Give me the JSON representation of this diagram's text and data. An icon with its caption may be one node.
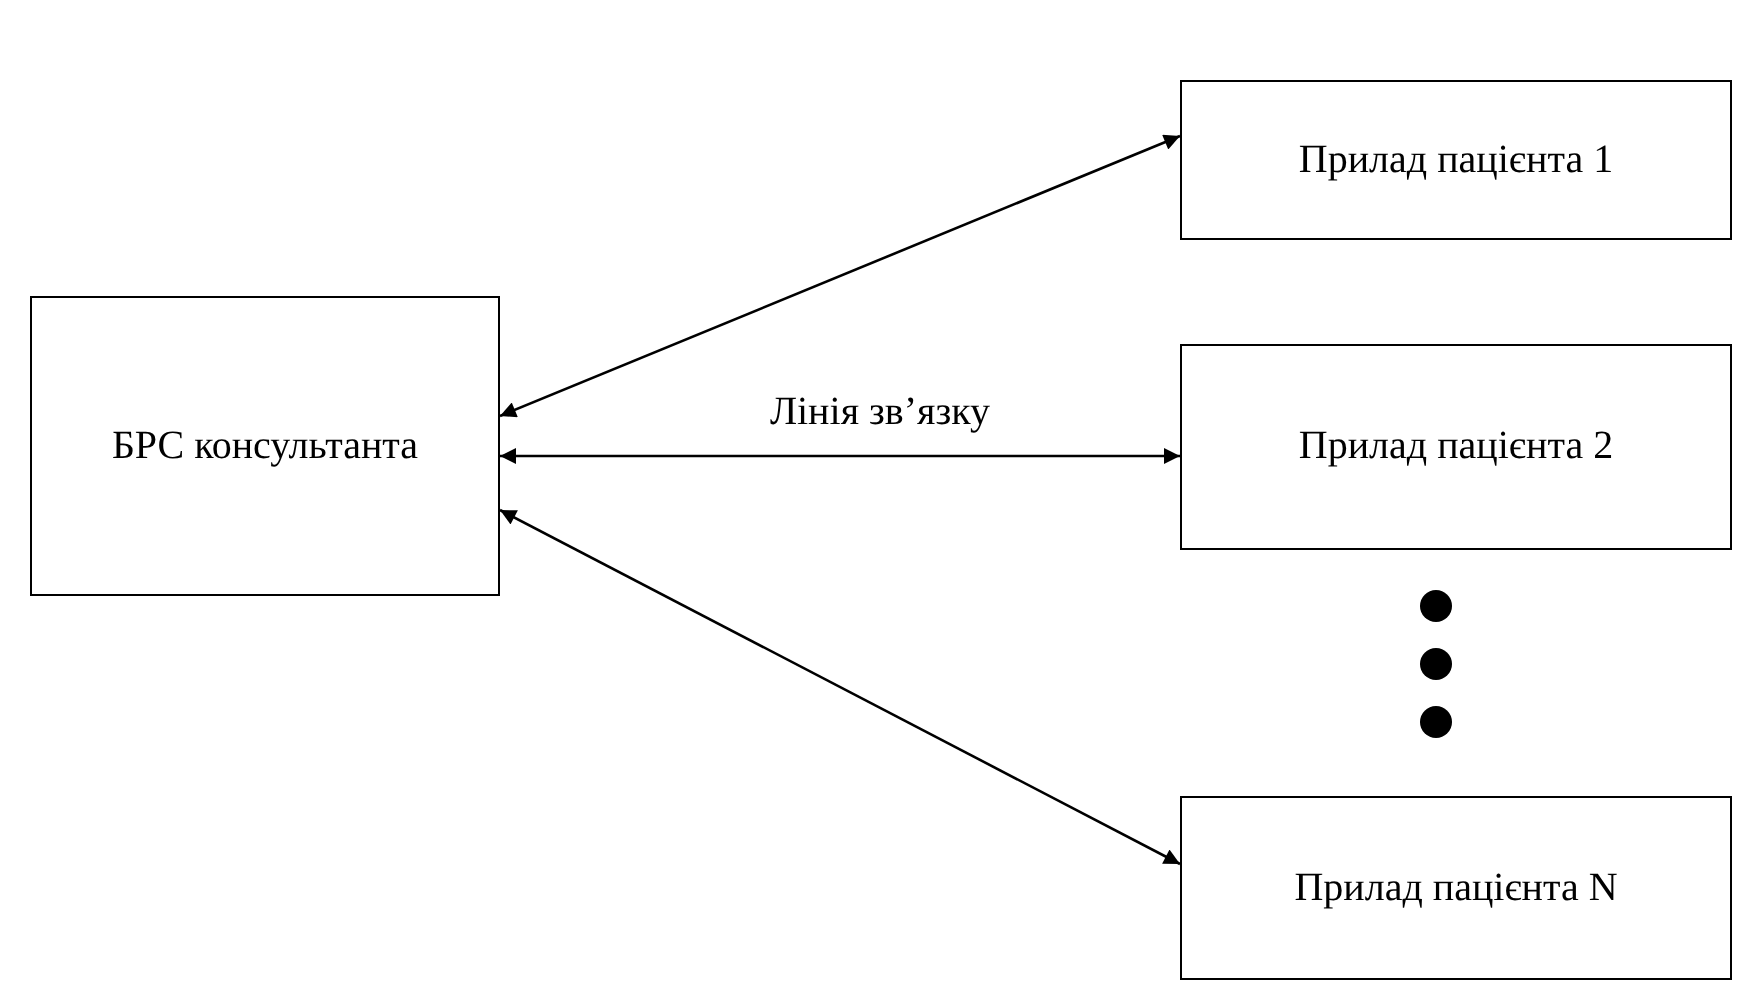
{
  "diagram": {
    "nodes": [
      {
        "text": [
          "БРС консультанта"
        ]
      },
      {
        "text": [
          "Прилад пацієнта 1"
        ]
      },
      {
        "text": [
          "Прилад пацієнта 2"
        ]
      },
      {
        "text": [
          "Прилад пацієнта N"
        ]
      }
    ],
    "edges": [
      {
        "from": 0,
        "to": 1,
        "arrow": "both"
      },
      {
        "from": 0,
        "to": 2,
        "arrow": "both",
        "label": "Лінія зв’язку"
      },
      {
        "from": 0,
        "to": 3,
        "arrow": "both"
      }
    ]
  }
}
